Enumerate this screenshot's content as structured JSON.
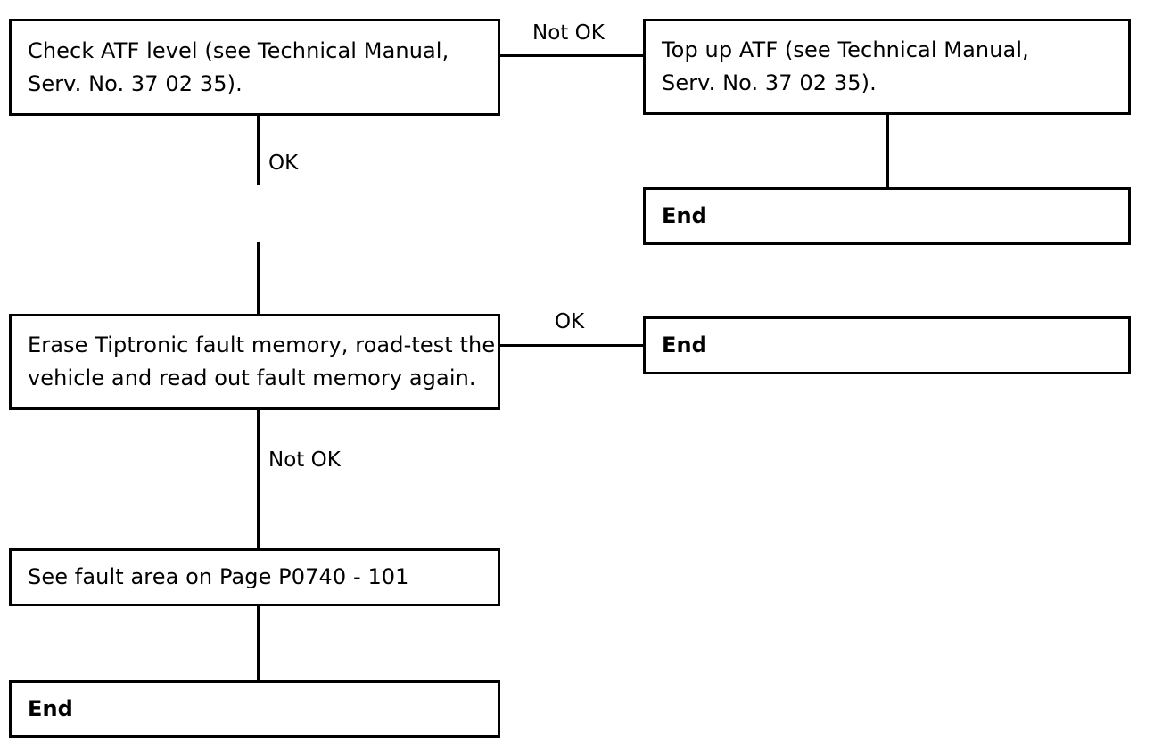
{
  "diagram": {
    "title": "ATF level check flowchart",
    "background_color": "#ffffff",
    "stroke_color": "#000000",
    "nodes": {
      "check_atf": {
        "kind": "process",
        "line1": "Check ATF level (see Technical Manual,",
        "line2": "Serv. No. 37 02 35)."
      },
      "top_up_atf": {
        "kind": "process",
        "line1": "Top up ATF (see Technical Manual,",
        "line2": "Serv. No. 37 02 35)."
      },
      "end_top_right": {
        "kind": "terminal",
        "line1": "End"
      },
      "erase_memory": {
        "kind": "process",
        "line1": "Erase Tiptronic fault memory, road-test the",
        "line2": "vehicle and read out fault memory again."
      },
      "end_mid_right": {
        "kind": "terminal",
        "line1": "End"
      },
      "see_fault_area": {
        "kind": "process",
        "line1": "See fault area on Page P0740 - 101"
      },
      "end_bottom": {
        "kind": "terminal",
        "line1": "End"
      }
    },
    "edge_labels": {
      "check_atf_not_ok": "Not OK",
      "check_atf_ok": "OK",
      "erase_memory_ok": "OK",
      "erase_memory_not_ok": "Not OK"
    }
  }
}
